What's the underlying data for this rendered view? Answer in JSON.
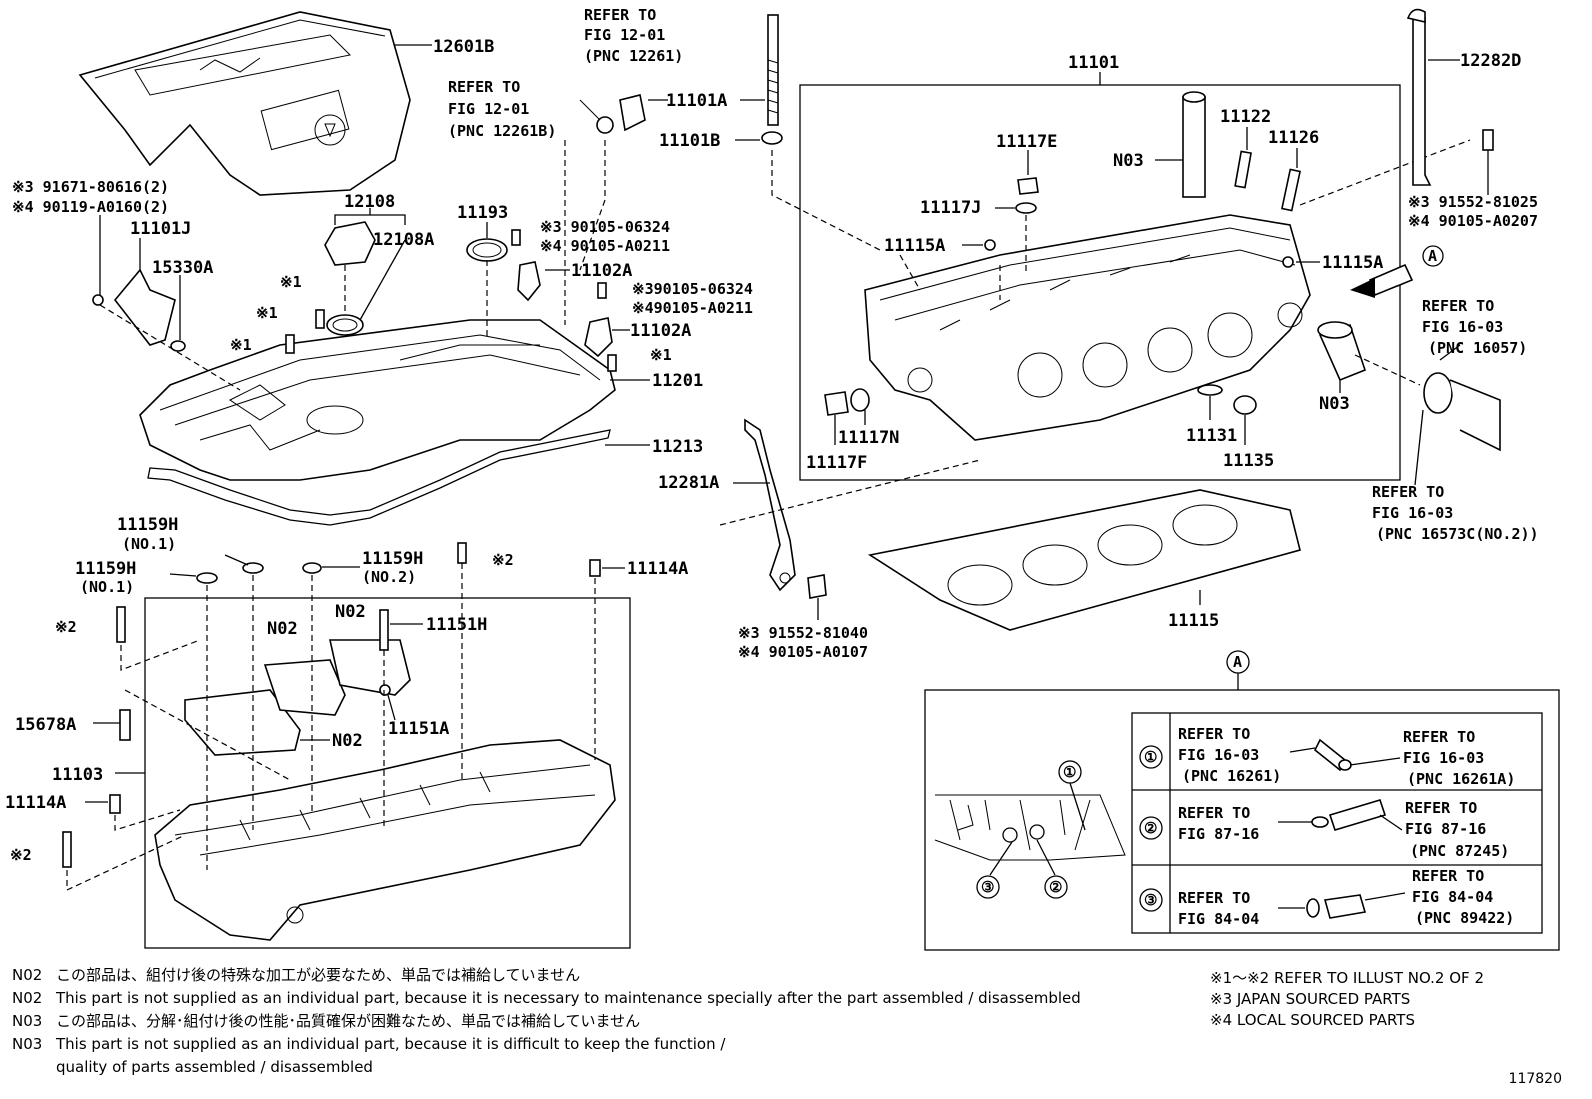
{
  "labels": {
    "p12601B": "12601B",
    "refer1201_a": "REFER TO",
    "refer1201_b": "FIG 12-01",
    "refer1201_c": "(PNC 12261)",
    "refer1201B_a": "REFER TO",
    "refer1201B_b": "FIG 12-01",
    "refer1201B_c": "(PNC 12261B)",
    "p11101A": "11101A",
    "p11101B": "11101B",
    "p11101": "11101",
    "p12282D": "12282D",
    "j3_91671": "※3 91671-80616(2)",
    "j4_90119": "※4 90119-A0160(2)",
    "p12108": "12108",
    "p12108A": "12108A",
    "p11193": "11193",
    "j3_90105_a": "※3 90105-06324",
    "j4_90105_a": "※4 90105-A0211",
    "p11101J": "11101J",
    "p15330A": "15330A",
    "p11102A_1": "11102A",
    "j3_90105_b": "※390105-06324",
    "j4_90105_b": "※490105-A0211",
    "p11102A_2": "11102A",
    "ref1_a": "※1",
    "ref1_b": "※1",
    "ref1_c": "※1",
    "ref1_d": "※1",
    "p11201": "11201",
    "p11213": "11213",
    "p11117E": "11117E",
    "p11122": "11122",
    "p11126": "11126",
    "n03_top": "N03",
    "p11117J": "11117J",
    "p11115A_l": "11115A",
    "p11115A_r": "11115A",
    "j3_91552_a": "※3 91552-81025",
    "j4_90105_c": "※4 90105-A0207",
    "referA": "A",
    "refer1603_a": "REFER TO",
    "refer1603_b": "FIG 16-03",
    "refer1603_c": "(PNC 16057)",
    "n03_side": "N03",
    "p11117N": "11117N",
    "p11117F": "11117F",
    "p11131": "11131",
    "p11135": "11135",
    "refer16573_a": "REFER TO",
    "refer16573_b": "FIG 16-03",
    "refer16573_c": "(PNC 16573C(NO.2))",
    "p12281A": "12281A",
    "p11159H_1": "11159H",
    "p11159H_1n": "(NO.1)",
    "p11159H_2": "11159H",
    "p11159H_2n": "(NO.1)",
    "p11159H_3": "11159H",
    "p11159H_3n": "(NO.2)",
    "ref2_a": "※2",
    "p11114A_top": "11114A",
    "ref2_b": "※2",
    "n02_a": "N02",
    "n02_b": "N02",
    "p11151H": "11151H",
    "p15678A": "15678A",
    "n02_c": "N02",
    "p11151A": "11151A",
    "p11103": "11103",
    "p11114A_l": "11114A",
    "ref2_c": "※2",
    "p11115": "11115",
    "j3_91552_b": "※3 91552-81040",
    "j4_90105_d": "※4 90105-A0107",
    "circleA": "A"
  },
  "detail_table": [
    {
      "num": "①",
      "left": [
        "REFER TO",
        "FIG 16-03",
        "(PNC 16261)"
      ],
      "right": [
        "REFER TO",
        "FIG 16-03",
        "(PNC 16261A)"
      ]
    },
    {
      "num": "②",
      "left": [
        "REFER TO",
        "FIG 87-16"
      ],
      "right": [
        "REFER TO",
        "FIG 87-16",
        "(PNC 87245)"
      ]
    },
    {
      "num": "③",
      "left": [
        "REFER TO",
        "FIG 84-04"
      ],
      "right": [
        "REFER TO",
        "FIG 84-04",
        "(PNC 89422)"
      ]
    }
  ],
  "detail_callouts": [
    "①",
    "③",
    "②"
  ],
  "notes": [
    {
      "code": "N02",
      "text": "この部品は、組付け後の特殊な加工が必要なため、単品では補給していません"
    },
    {
      "code": "N02",
      "text": "This part is not supplied as an individual part, because it is necessary to maintenance specially after the part assembled / disassembled"
    },
    {
      "code": "N03",
      "text": "この部品は、分解･組付け後の性能･品質確保が困難なため、単品では補給していません"
    },
    {
      "code": "N03",
      "text": "This part is not supplied as an individual part, because it is difficult to keep the function /"
    },
    {
      "code": "",
      "text": "quality of parts  assembled / disassembled"
    }
  ],
  "legend": [
    "※1～※2  REFER TO ILLUST NO.2 OF 2",
    "※3 JAPAN SOURCED PARTS",
    "※4 LOCAL SOURCED PARTS"
  ],
  "figure_number": "117820"
}
